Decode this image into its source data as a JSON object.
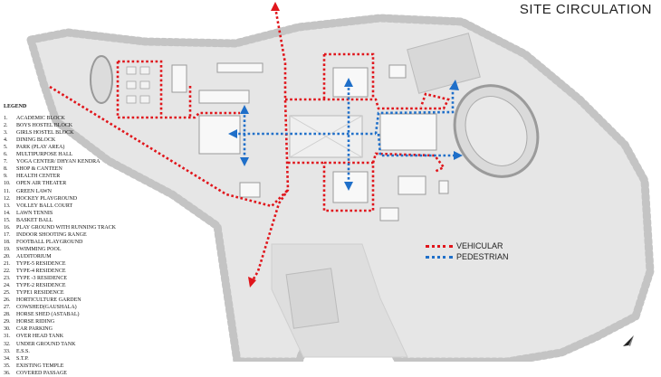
{
  "title": "SITE CIRCULATION",
  "legend": {
    "title": "LEGEND",
    "items": [
      {
        "num": "1.",
        "label": "ACADEMIC BLOCK"
      },
      {
        "num": "2.",
        "label": "BOYS HOSTEL BLOCK"
      },
      {
        "num": "3.",
        "label": "GIRLS HOSTEL BLOCK"
      },
      {
        "num": "4.",
        "label": "DINING BLOCK"
      },
      {
        "num": "5.",
        "label": "PARK (PLAY AREA)"
      },
      {
        "num": "6.",
        "label": "MULTIPURPOSE HALL"
      },
      {
        "num": "7.",
        "label": "YOGA CENTER/ DHYAN KENDRA"
      },
      {
        "num": "8.",
        "label": "SHOP & CANTEEN"
      },
      {
        "num": "9.",
        "label": "HEALTH CENTER"
      },
      {
        "num": "10.",
        "label": "OPEN AIR THEATER"
      },
      {
        "num": "11.",
        "label": "GREEN LAWN"
      },
      {
        "num": "12.",
        "label": "HOCKEY PLAYGROUND"
      },
      {
        "num": "13.",
        "label": "VOLLEY BALL COURT"
      },
      {
        "num": "14.",
        "label": "LAWN TENNIS"
      },
      {
        "num": "15.",
        "label": "BASKET BALL"
      },
      {
        "num": "16.",
        "label": "PLAY GROUND WITH RUNNING TRACK"
      },
      {
        "num": "17.",
        "label": "INDOOR SHOOTING RANGE"
      },
      {
        "num": "18.",
        "label": "FOOTBALL PLAYGROUND"
      },
      {
        "num": "19.",
        "label": "SWIMMING POOL"
      },
      {
        "num": "20.",
        "label": "AUDITORIUM"
      },
      {
        "num": "21.",
        "label": "TYPE-5 RESIDENCE"
      },
      {
        "num": "22.",
        "label": "TYPE-4 RESIDENCE"
      },
      {
        "num": "23.",
        "label": "TYPE -3 RESIDENCE"
      },
      {
        "num": "24.",
        "label": "TYPE-2 RESIDENCE"
      },
      {
        "num": "25.",
        "label": "TYPE1 RESIDENCE"
      },
      {
        "num": "26.",
        "label": "HORTICULTURE GARDEN"
      },
      {
        "num": "27.",
        "label": "COWSHED(GAUSHALA)"
      },
      {
        "num": "28.",
        "label": "HORSE SHED (ASTABAL)"
      },
      {
        "num": "29.",
        "label": "HORSE RIDING"
      },
      {
        "num": "30.",
        "label": "CAR PARKING"
      },
      {
        "num": "31.",
        "label": "OVER HEAD TANK"
      },
      {
        "num": "32.",
        "label": "UNDER GROUND TANK"
      },
      {
        "num": "33.",
        "label": "E.S.S."
      },
      {
        "num": "34.",
        "label": "S.T.P."
      },
      {
        "num": "35.",
        "label": "EXISTING TEMPLE"
      },
      {
        "num": "36.",
        "label": "COVERED PASSAGE"
      }
    ]
  },
  "circulation_key": [
    {
      "label": "VEHICULAR",
      "color": "#e0151b"
    },
    {
      "label": "PEDESTRIAN",
      "color": "#1f6fc9"
    }
  ],
  "colors": {
    "vehicular": "#e0151b",
    "pedestrian": "#1f6fc9",
    "site": "#e6e6e6",
    "tree": "#c4c4c4",
    "building": "#f8f8f8"
  },
  "icons": {
    "north": "north-arrow-icon"
  }
}
